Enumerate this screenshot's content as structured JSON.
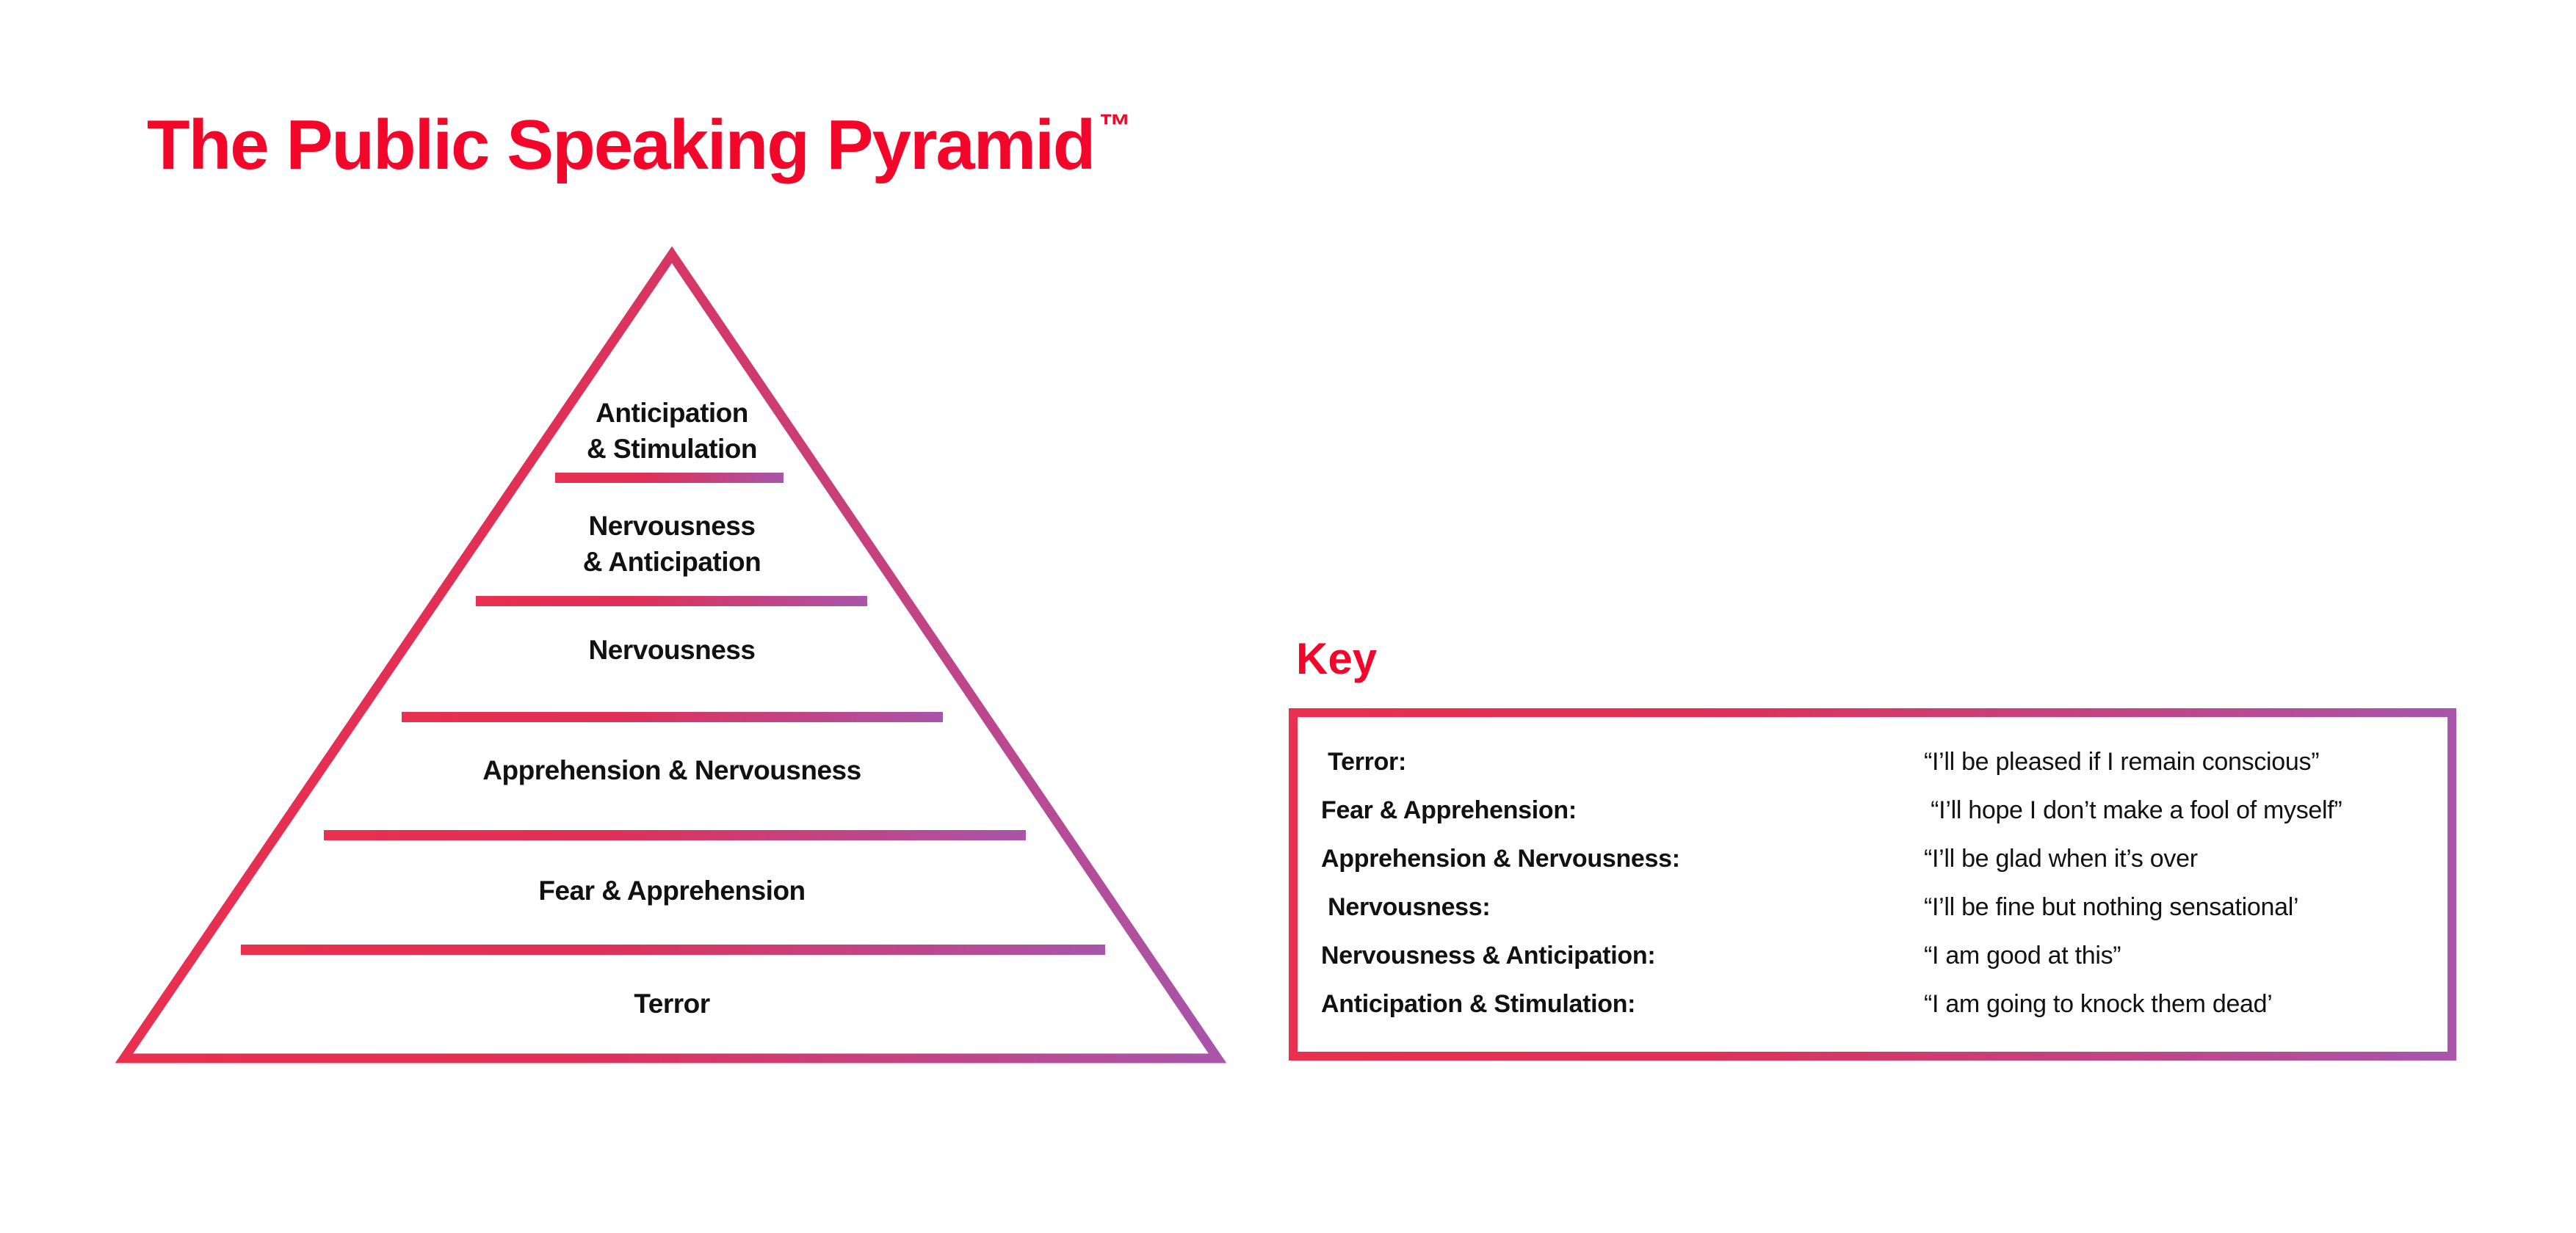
{
  "title": {
    "text": "The Public Speaking Pyramid",
    "trademark": "™"
  },
  "pyramid": {
    "levels": [
      {
        "lines": [
          "Anticipation",
          "& Stimulation"
        ]
      },
      {
        "lines": [
          "Nervousness",
          "& Anticipation"
        ]
      },
      {
        "lines": [
          "Nervousness"
        ]
      },
      {
        "lines": [
          "Apprehension & Nervousness"
        ]
      },
      {
        "lines": [
          "Fear & Apprehension"
        ]
      },
      {
        "lines": [
          "Terror"
        ]
      }
    ]
  },
  "key": {
    "heading": "Key",
    "entries": [
      {
        "term": " Terror:",
        "quote": "“I’ll be pleased if I remain conscious”"
      },
      {
        "term": "Fear & Apprehension:",
        "quote": " “I’ll hope I don’t make a fool of myself”"
      },
      {
        "term": "Apprehension & Nervousness:",
        "quote": "“I’ll be glad when it’s over"
      },
      {
        "term": " Nervousness:",
        "quote": "“I’ll be fine but nothing sensational’"
      },
      {
        "term": "Nervousness & Anticipation:",
        "quote": "“I am good at this”"
      },
      {
        "term": "Anticipation & Stimulation:",
        "quote": "“I am going to knock them dead’"
      }
    ]
  },
  "colors": {
    "title_red": "#f20629",
    "gradient_red": "#e93050",
    "gradient_mid": "#e03056",
    "gradient_purple": "#a855aa",
    "text_black": "#111111",
    "background": "#ffffff"
  }
}
